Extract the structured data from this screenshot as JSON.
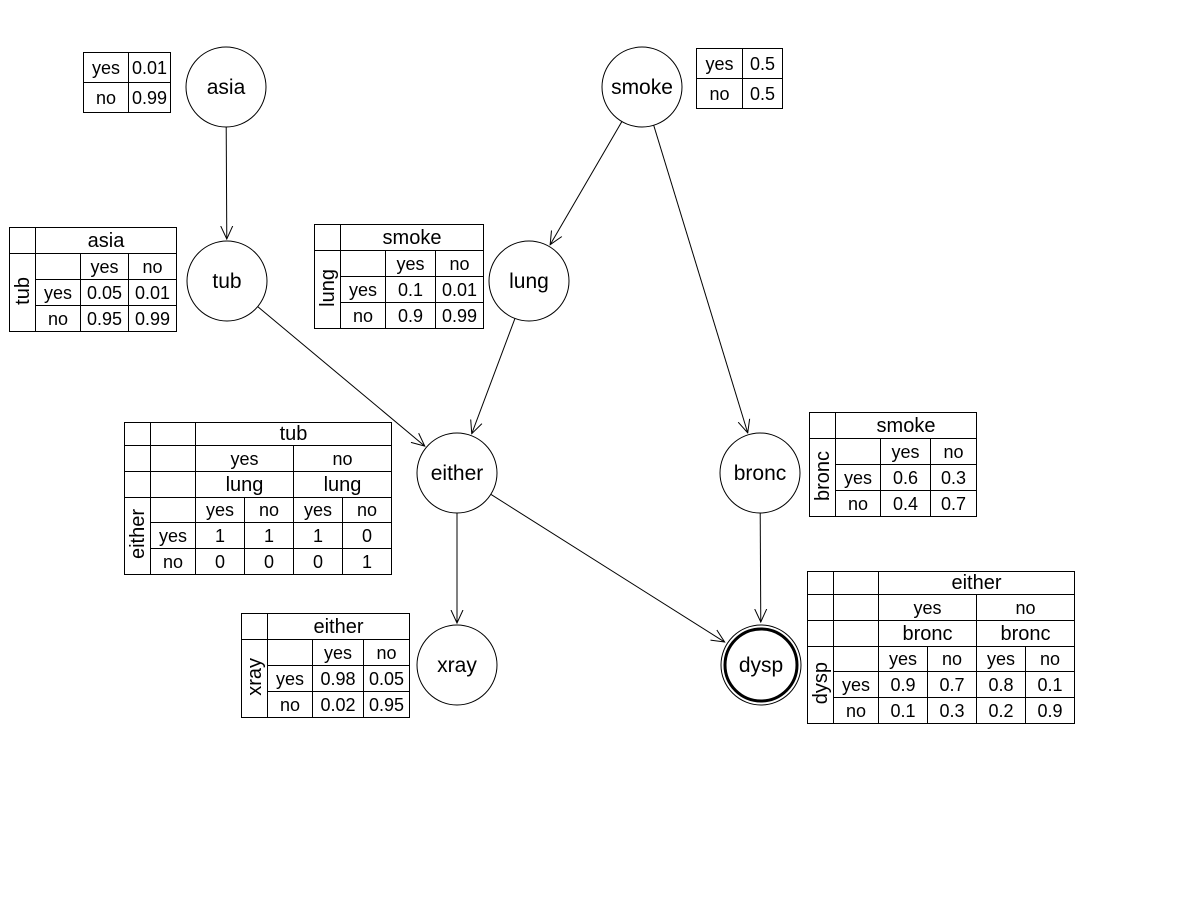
{
  "states": {
    "yes": "yes",
    "no": "no"
  },
  "nodes": {
    "asia": {
      "label": "asia"
    },
    "smoke": {
      "label": "smoke"
    },
    "tub": {
      "label": "tub"
    },
    "lung": {
      "label": "lung"
    },
    "either": {
      "label": "either"
    },
    "bronc": {
      "label": "bronc"
    },
    "xray": {
      "label": "xray"
    },
    "dysp": {
      "label": "dysp",
      "highlighted": true
    }
  },
  "edges": [
    [
      "asia",
      "tub"
    ],
    [
      "smoke",
      "lung"
    ],
    [
      "smoke",
      "bronc"
    ],
    [
      "tub",
      "either"
    ],
    [
      "lung",
      "either"
    ],
    [
      "either",
      "xray"
    ],
    [
      "either",
      "dysp"
    ],
    [
      "bronc",
      "dysp"
    ]
  ],
  "cpts": {
    "asia": {
      "yes": "0.01",
      "no": "0.99"
    },
    "smoke": {
      "yes": "0.5",
      "no": "0.5"
    },
    "tub": {
      "parent": "asia",
      "var": "tub",
      "yes": [
        "0.05",
        "0.01"
      ],
      "no": [
        "0.95",
        "0.99"
      ]
    },
    "lung": {
      "parent": "smoke",
      "var": "lung",
      "yes": [
        "0.1",
        "0.01"
      ],
      "no": [
        "0.9",
        "0.99"
      ]
    },
    "either": {
      "parent_outer": "tub",
      "parent_inner": "lung",
      "var": "either",
      "yes": [
        "1",
        "1",
        "1",
        "0"
      ],
      "no": [
        "0",
        "0",
        "0",
        "1"
      ]
    },
    "bronc": {
      "parent": "smoke",
      "var": "bronc",
      "yes": [
        "0.6",
        "0.3"
      ],
      "no": [
        "0.4",
        "0.7"
      ]
    },
    "xray": {
      "parent": "either",
      "var": "xray",
      "yes": [
        "0.98",
        "0.05"
      ],
      "no": [
        "0.02",
        "0.95"
      ]
    },
    "dysp": {
      "parent_outer": "either",
      "parent_inner": "bronc",
      "var": "dysp",
      "yes": [
        "0.9",
        "0.7",
        "0.8",
        "0.1"
      ],
      "no": [
        "0.1",
        "0.3",
        "0.2",
        "0.9"
      ]
    }
  }
}
